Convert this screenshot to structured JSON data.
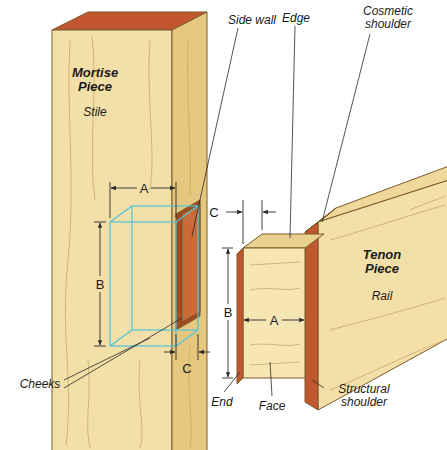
{
  "diagram": {
    "labels": [
      "Mortise Piece",
      "Stile",
      "Side wall",
      "Edge",
      "Cosmetic shoulder",
      "A",
      "C",
      "B",
      "B",
      "A",
      "Tenon Piece",
      "Rail",
      "Cheeks",
      "C",
      "End",
      "Face",
      "Structural shoulder"
    ]
  }
}
